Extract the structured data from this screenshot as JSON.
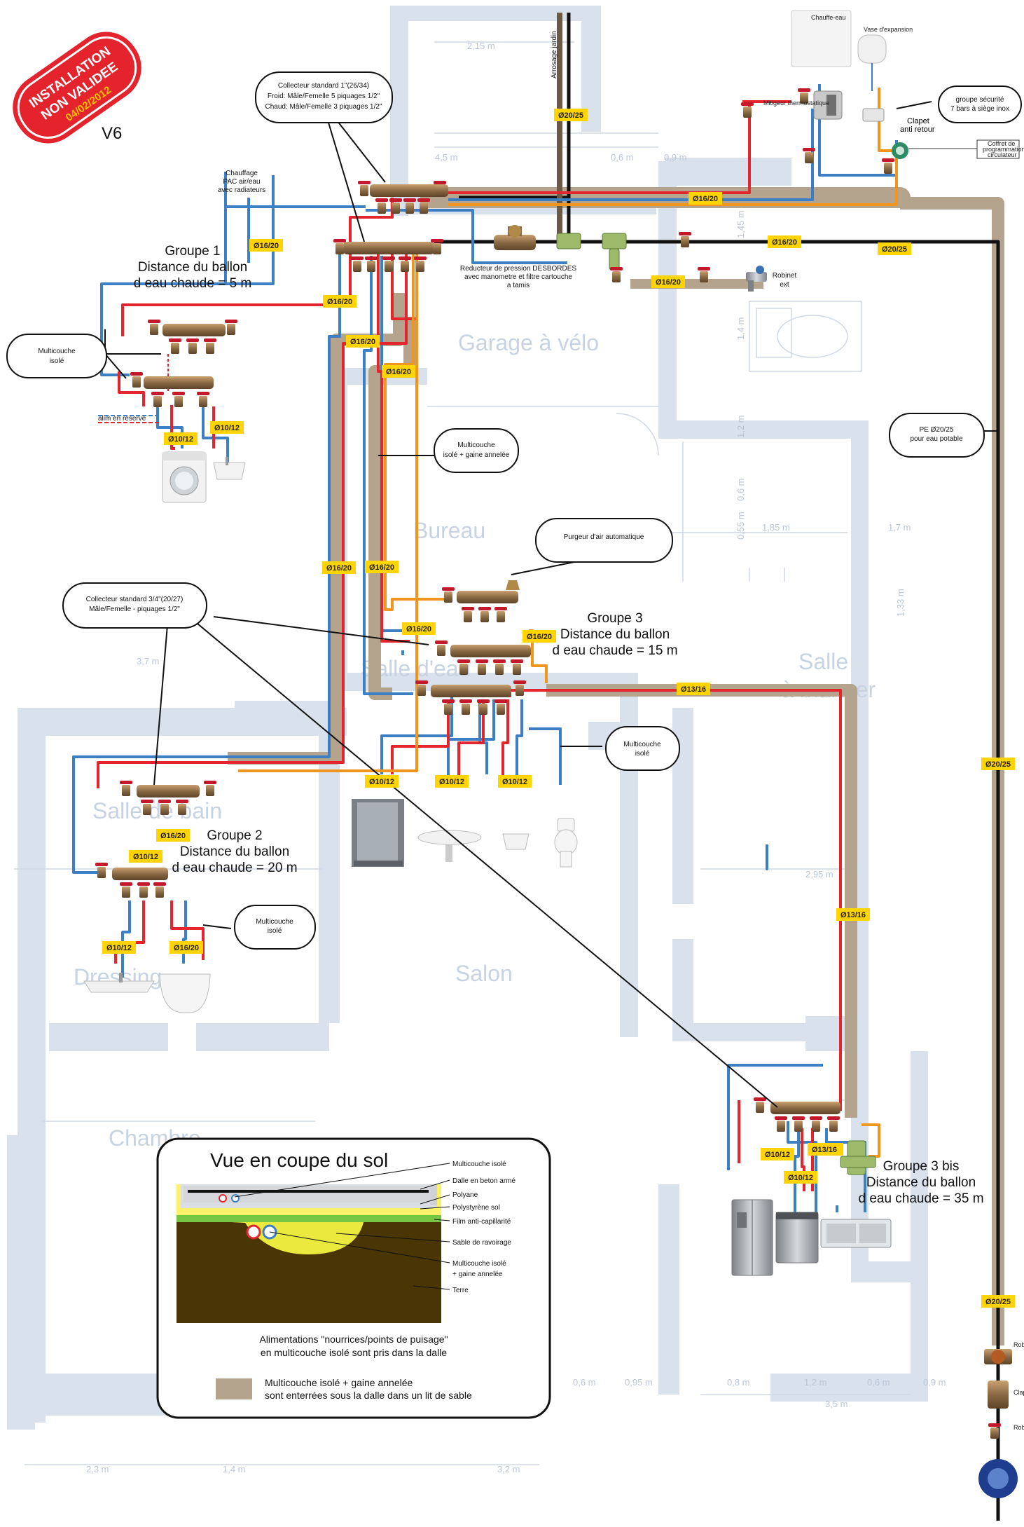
{
  "stamp": {
    "line1": "INSTALLATION",
    "line2": "NON VALIDEE",
    "date": "04/02/2012"
  },
  "version": "V6",
  "rooms": {
    "garage": "Garage à vélo",
    "bureau": "Bureau",
    "salle_eau": "Salle d'eau",
    "salle_manger_1": "Salle",
    "salle_manger_2": "à manger",
    "salle_bain": "Salle de bain",
    "salon": "Salon",
    "dressing": "Dressing",
    "chambre": "Chambre"
  },
  "dimensions": [
    "2,15 m",
    "4,5 m",
    "0,6 m",
    "0,9 m",
    "1,85 m",
    "1,7 m",
    "3,7 m",
    "2,95 m",
    "2,3 m",
    "1,4 m",
    "3,2 m",
    "0,6 m",
    "0,95 m",
    "0,8 m",
    "1,2 m",
    "0,6 m",
    "0,9 m",
    "3,5 m",
    "1,4 m",
    "1,2 m",
    "0,6 m",
    "0,55 m",
    "1,45 m",
    "1,33 m"
  ],
  "groups": {
    "g1": {
      "title": "Groupe 1",
      "line2": "Distance du ballon",
      "line3": "d eau chaude = 5 m"
    },
    "g2": {
      "title": "Groupe 2",
      "line2": "Distance du ballon",
      "line3": "d eau chaude = 20 m"
    },
    "g3": {
      "title": "Groupe 3",
      "line2": "Distance du ballon",
      "line3": "d eau chaude = 15 m"
    },
    "g3b": {
      "title": "Groupe 3 bis",
      "line2": "Distance du ballon",
      "line3": "d eau chaude = 35 m"
    }
  },
  "callouts": {
    "collecteur_std1": [
      "Collecteur standard 1\"(26/34)",
      "Froid: Mâle/Femelle 5 piquages 1/2\"",
      "Chaud: Mâle/Femelle 3 piquages 1/2\""
    ],
    "multicouche_isole_1": [
      "Multicouche",
      "isolé"
    ],
    "multicouche_gaine": [
      "Multicouche",
      "isolé + gaine annelée"
    ],
    "collecteur_std34": [
      "Collecteur standard 3/4\"(20/27)",
      "Mâle/Femelle - piquages 1/2\""
    ],
    "purgeur": [
      "Purgeur d'air automatique"
    ],
    "multicouche_isole_2": [
      "Multicouche",
      "isolé"
    ],
    "multicouche_isole_3": [
      "Multicouche",
      "isolé"
    ],
    "pe": [
      "PE Ø20/25",
      "pour eau potable"
    ],
    "groupe_securite": [
      "groupe sécurité",
      "7 bars à siège inox"
    ]
  },
  "labels": {
    "chauffage": [
      "Chauffage",
      "PAC air/eau",
      "avec radiateurs"
    ],
    "arrosage": "Arrosage jardin",
    "reducteur": [
      "Reducteur de pression DESBORDES",
      "avec manometre et filtre cartouche",
      "a tamis"
    ],
    "robinet_ext": [
      "Robinet",
      "ext"
    ],
    "alim_reserve": "alim en reserve",
    "clapet": [
      "Clapet",
      "anti retour"
    ],
    "coffret": [
      "Coffret de",
      "programmation",
      "circulateur"
    ],
    "chauffe_eau": "Chauffe-eau",
    "vase": "Vase d'expansion",
    "mitigeur": "Mitigeur thermostatique",
    "robinet_arrivee": "Robinet d'arrivée",
    "clapet_bas": "Clapet anti retour",
    "robinet_bas": "Robinet"
  },
  "pipe_tags": [
    "Ø20/25",
    "Ø16/20",
    "Ø16/20",
    "Ø16/20",
    "Ø16/20",
    "Ø16/20",
    "Ø20/25",
    "Ø16/20",
    "Ø10/12",
    "Ø10/12",
    "Ø16/20",
    "Ø16/20",
    "Ø16/20",
    "Ø16/20",
    "Ø16/20",
    "Ø13/16",
    "Ø13/16",
    "Ø10/12",
    "Ø10/12",
    "Ø10/12",
    "Ø16/20",
    "Ø10/12",
    "Ø10/12",
    "Ø16/20",
    "Ø13/16",
    "Ø20/25",
    "Ø10/12",
    "Ø13/16",
    "Ø10/12",
    "Ø20/25"
  ],
  "legend": {
    "title": "Vue en coupe du sol",
    "layers": [
      "Multicouche isolé",
      "Dalle en beton armé",
      "Polyane",
      "Polystyrène sol",
      "Film anti-capillarité",
      "Sable de ravoirage",
      "Multicouche isolé",
      "+ gaine annelée",
      "Terre"
    ],
    "note_line1": "Alimentations \"nourrices/points de puisage\"",
    "note_line2": "en multicouche isolé sont pris dans la dalle",
    "swatch_line1": "Multicouche isolé + gaine annelée",
    "swatch_line2": "sont enterrées sous la dalle dans un lit de sable"
  },
  "colors": {
    "wall": "#d8e1ec",
    "cold": "#3d7fc4",
    "hot": "#e3262e",
    "return": "#f0961e",
    "sheath": "#b4a48e",
    "pe": "#111111",
    "tag": "#ffd400",
    "manifold": "#8a6a45"
  }
}
